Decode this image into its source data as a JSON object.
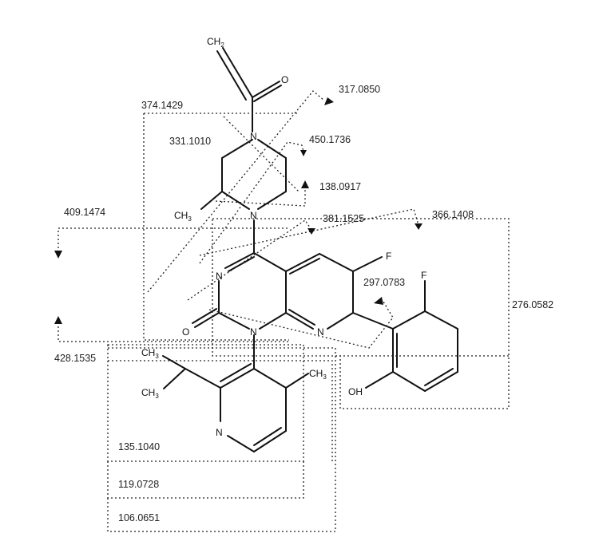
{
  "atoms": {
    "ch2": "CH",
    "ch2_sub": "2",
    "o_carbonyl_top": "O",
    "n_piperazine_top": "N",
    "n_piperazine_bottom": "N",
    "ch3_piperazine": "CH",
    "ch3_piperazine_sub": "3",
    "f_naphthyridine": "F",
    "f_phenyl": "F",
    "n_pyrimidine": "N",
    "n_naphthyridine": "N",
    "n_core": "N",
    "o_core": "O",
    "oh": "OH",
    "ch3_pyr_a": "CH",
    "ch3_pyr_a_sub": "3",
    "ch3_pyr_b": "CH",
    "ch3_pyr_b_sub": "3",
    "ch3_pyr_c": "CH",
    "ch3_pyr_c_sub": "3",
    "n_pyridine": "N"
  },
  "fragments": [
    {
      "id": "f1",
      "mass": "317.0850"
    },
    {
      "id": "f2",
      "mass": "374.1429"
    },
    {
      "id": "f3",
      "mass": "331.1010"
    },
    {
      "id": "f4",
      "mass": "450.1736"
    },
    {
      "id": "f5",
      "mass": "138.0917"
    },
    {
      "id": "f6",
      "mass": "409.1474"
    },
    {
      "id": "f7",
      "mass": "381.1525"
    },
    {
      "id": "f8",
      "mass": "366.1408"
    },
    {
      "id": "f9",
      "mass": "297.0783"
    },
    {
      "id": "f10",
      "mass": "276.0582"
    },
    {
      "id": "f11",
      "mass": "428.1535"
    },
    {
      "id": "f12",
      "mass": "135.1040"
    },
    {
      "id": "f13",
      "mass": "119.0728"
    },
    {
      "id": "f14",
      "mass": "106.0651"
    }
  ]
}
